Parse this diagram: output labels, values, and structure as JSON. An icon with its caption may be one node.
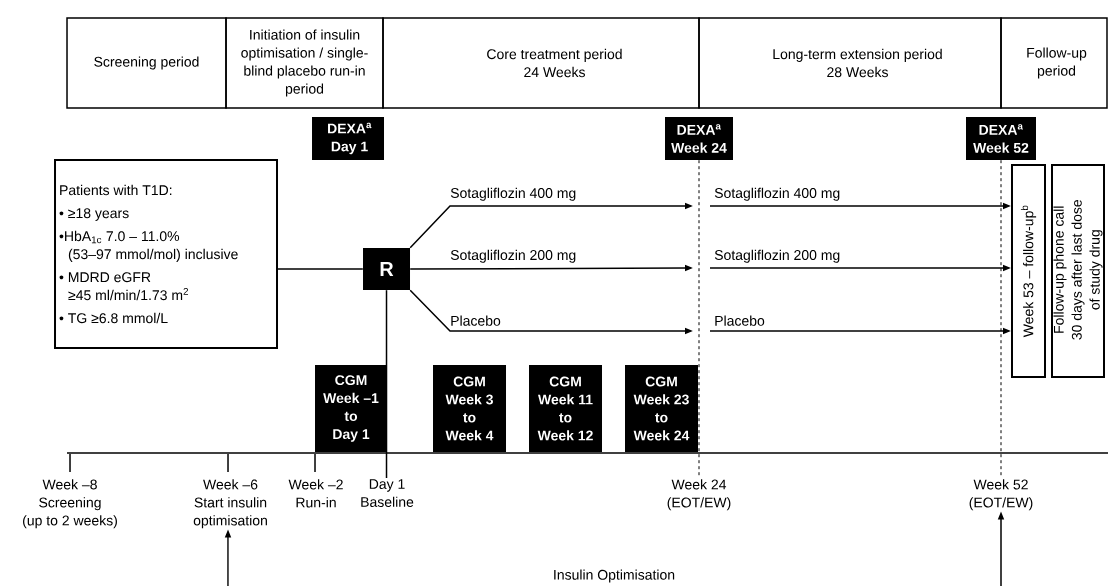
{
  "diagram": {
    "nodes": [
      {
        "text": [
          "Screening period"
        ]
      },
      {
        "text": [
          "Initiation of insulin optimisation / single-blind placebo run-in period"
        ]
      },
      {
        "text": [
          "Core treatment period 24 Weeks"
        ]
      },
      {
        "text": [
          "Long-term extension period 28 Weeks"
        ]
      },
      {
        "text": [
          "Follow-up period"
        ]
      },
      {
        "text": [
          "DEXA$^{a}$ Day 1"
        ]
      },
      {
        "text": [
          "DEXA$^{a}$ Week 24"
        ]
      },
      {
        "text": [
          "DEXA$^{a}$ Week 52"
        ]
      },
      {
        "text": [
          "Patients with T1D:",
          "• ≥18 years",
          "•HbA$_{1c}$ 7.0 – 11.0% (53–97 mmol/mol) inclusive",
          "• MDRD eGFR ≥45 ml/min/1.73 m$^{2}$",
          "• TG ≥6.8 mmol/L"
        ]
      },
      {
        "text": [
          "R"
        ]
      },
      {
        "text": [
          "CGM Week –1 to Day 1"
        ]
      },
      {
        "text": [
          "CGM Week 3 to Week 4"
        ]
      },
      {
        "text": [
          "CGM Week 11 to Week 12"
        ]
      },
      {
        "text": [
          "CGM Week 23 to Week 24"
        ]
      },
      {
        "text": [
          "Week 53 – follow-up$^{b}$"
        ]
      },
      {
        "text": [
          "Follow-up phone call 30 days after last dose of study drug"
        ]
      },
      {
        "text": [
          "Week –8 Screening (up to 2 weeks)"
        ]
      },
      {
        "text": [
          "Week –6 Start insulin optimisation"
        ]
      },
      {
        "text": [
          "Week –2 Run-in"
        ]
      },
      {
        "text": [
          "Day 1 Baseline"
        ]
      },
      {
        "text": [
          "Week 24 (EOT/EW)"
        ]
      },
      {
        "text": [
          "Week 52 (EOT/EW)"
        ]
      },
      {
        "text": [],
        "shape": "bar"
      }
    ],
    "edges": [
      {
        "from": 8,
        "to": 9,
        "arrow": "none"
      },
      {
        "from": 9,
        "to": null,
        "arrow": "to",
        "label": "Sotagliflozin 400 mg"
      },
      {
        "from": 9,
        "to": null,
        "arrow": "to",
        "label": "Sotagliflozin 200 mg"
      },
      {
        "from": 9,
        "to": null,
        "arrow": "to",
        "label": "Placebo"
      },
      {
        "from": null,
        "to": 14,
        "arrow": "to",
        "label": "Sotagliflozin 400 mg"
      },
      {
        "from": null,
        "to": 14,
        "arrow": "to",
        "label": "Sotagliflozin 200 mg"
      },
      {
        "from": null,
        "to": 14,
        "arrow": "to",
        "label": "Placebo"
      },
      {
        "from": null,
        "to": 17,
        "arrow": "to"
      },
      {
        "from": null,
        "to": 21,
        "arrow": "to"
      },
      {
        "from": 9,
        "to": 19,
        "arrow": "none"
      },
      {
        "from": 6,
        "to": 20,
        "arrow": "none",
        "style": "dashed"
      },
      {
        "from": 7,
        "to": 21,
        "arrow": "none",
        "style": "dashed"
      },
      {
        "from": 22,
        "to": 16,
        "arrow": "none"
      },
      {
        "from": 22,
        "to": 17,
        "arrow": "none"
      },
      {
        "from": 22,
        "to": 18,
        "arrow": "none"
      }
    ],
    "labels": [
      "Insulin Optimisation"
    ]
  }
}
